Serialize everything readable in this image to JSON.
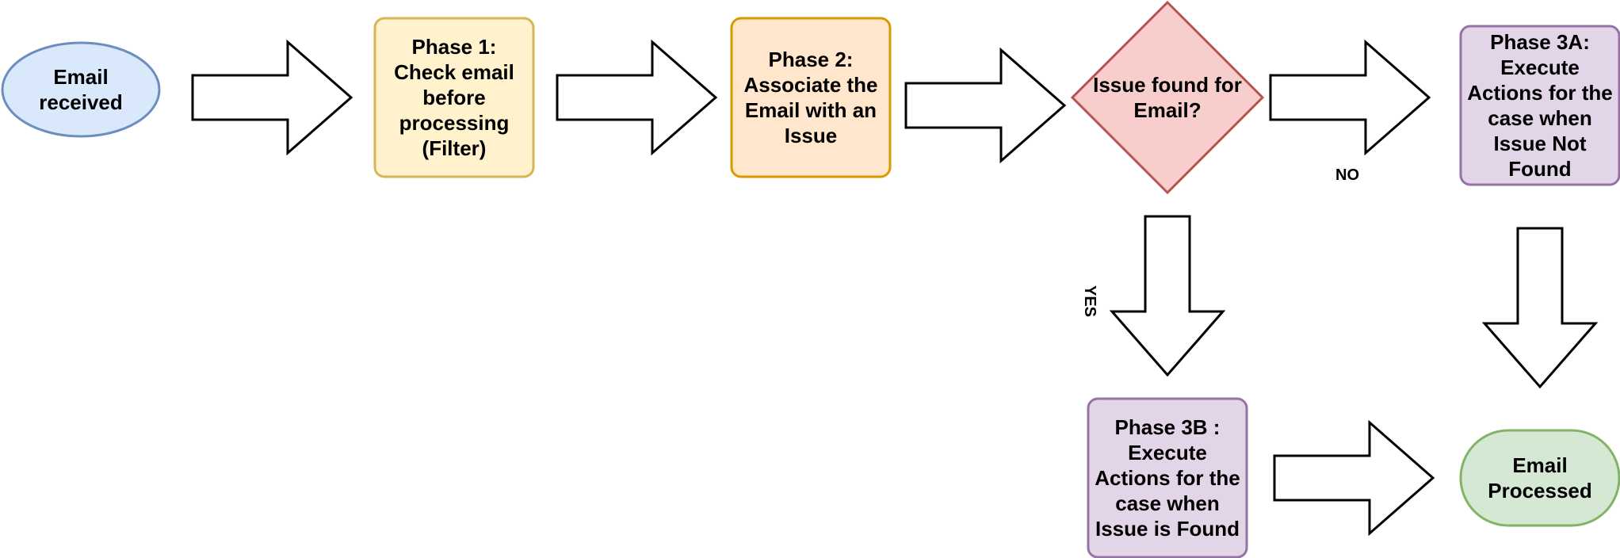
{
  "nodes": {
    "email_received": {
      "text": "Email received",
      "fill": "#dae8fc",
      "stroke": "#6c8ebf"
    },
    "phase1": {
      "text": "Phase 1: Check email before processing (Filter)",
      "fill": "#fff2cc",
      "stroke": "#d6b656"
    },
    "phase2": {
      "text": "Phase 2: Associate the Email with an Issue",
      "fill": "#ffe6cc",
      "stroke": "#d79b00"
    },
    "decision": {
      "text": "Issue found for Email?",
      "fill": "#f8cecc",
      "stroke": "#b85450"
    },
    "phase3a": {
      "text": "Phase 3A: Execute Actions for the case when Issue Not Found",
      "fill": "#e1d5e7",
      "stroke": "#9673a6"
    },
    "phase3b": {
      "text": "Phase 3B : Execute Actions for the case when Issue is Found",
      "fill": "#e1d5e7",
      "stroke": "#9673a6"
    },
    "email_processed": {
      "text": "Email Processed",
      "fill": "#d5e8d4",
      "stroke": "#82b366"
    }
  },
  "edge_labels": {
    "no": "NO",
    "yes": "YES"
  }
}
